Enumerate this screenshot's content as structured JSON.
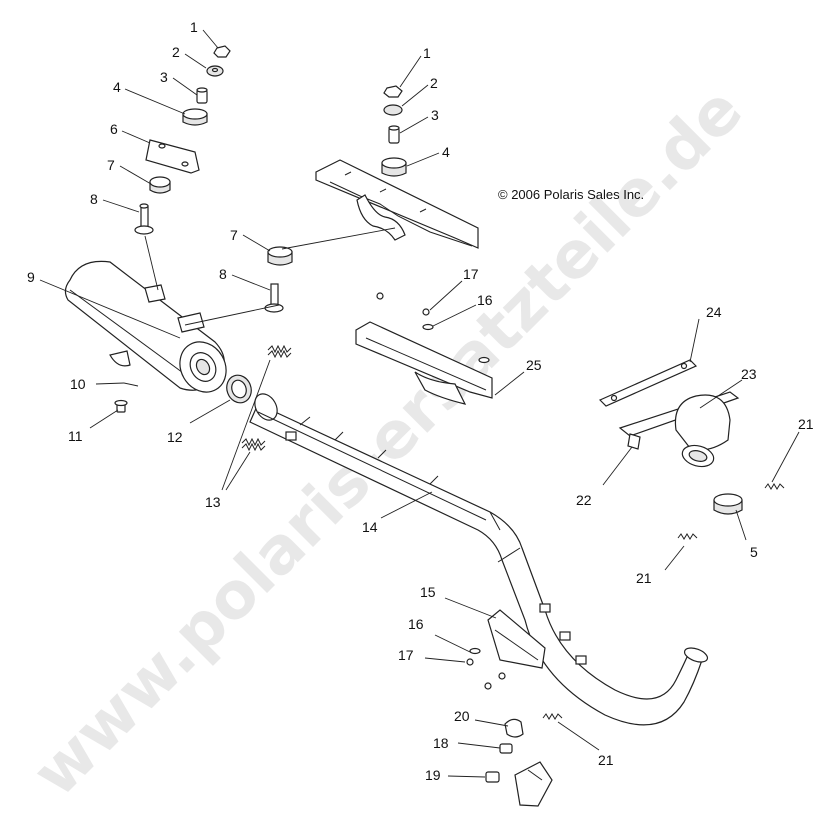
{
  "copyright": "© 2006 Polaris Sales Inc.",
  "watermark": "www.polaris-ersatzteile.de",
  "callouts": [
    {
      "id": "c1a",
      "text": "1"
    },
    {
      "id": "c2a",
      "text": "2"
    },
    {
      "id": "c3a",
      "text": "3"
    },
    {
      "id": "c4a",
      "text": "4"
    },
    {
      "id": "c6",
      "text": "6"
    },
    {
      "id": "c7a",
      "text": "7"
    },
    {
      "id": "c8a",
      "text": "8"
    },
    {
      "id": "c1b",
      "text": "1"
    },
    {
      "id": "c2b",
      "text": "2"
    },
    {
      "id": "c3b",
      "text": "3"
    },
    {
      "id": "c4b",
      "text": "4"
    },
    {
      "id": "c7b",
      "text": "7"
    },
    {
      "id": "c8b",
      "text": "8"
    },
    {
      "id": "c9",
      "text": "9"
    },
    {
      "id": "c17a",
      "text": "17"
    },
    {
      "id": "c16a",
      "text": "16"
    },
    {
      "id": "c24",
      "text": "24"
    },
    {
      "id": "c25",
      "text": "25"
    },
    {
      "id": "c23",
      "text": "23"
    },
    {
      "id": "c10",
      "text": "10"
    },
    {
      "id": "c11",
      "text": "11"
    },
    {
      "id": "c12",
      "text": "12"
    },
    {
      "id": "c13",
      "text": "13"
    },
    {
      "id": "c21a",
      "text": "21"
    },
    {
      "id": "c22",
      "text": "22"
    },
    {
      "id": "c14",
      "text": "14"
    },
    {
      "id": "c5",
      "text": "5"
    },
    {
      "id": "c21b",
      "text": "21"
    },
    {
      "id": "c15",
      "text": "15"
    },
    {
      "id": "c16b",
      "text": "16"
    },
    {
      "id": "c17b",
      "text": "17"
    },
    {
      "id": "c20",
      "text": "20"
    },
    {
      "id": "c18",
      "text": "18"
    },
    {
      "id": "c21c",
      "text": "21"
    },
    {
      "id": "c19",
      "text": "19"
    }
  ]
}
